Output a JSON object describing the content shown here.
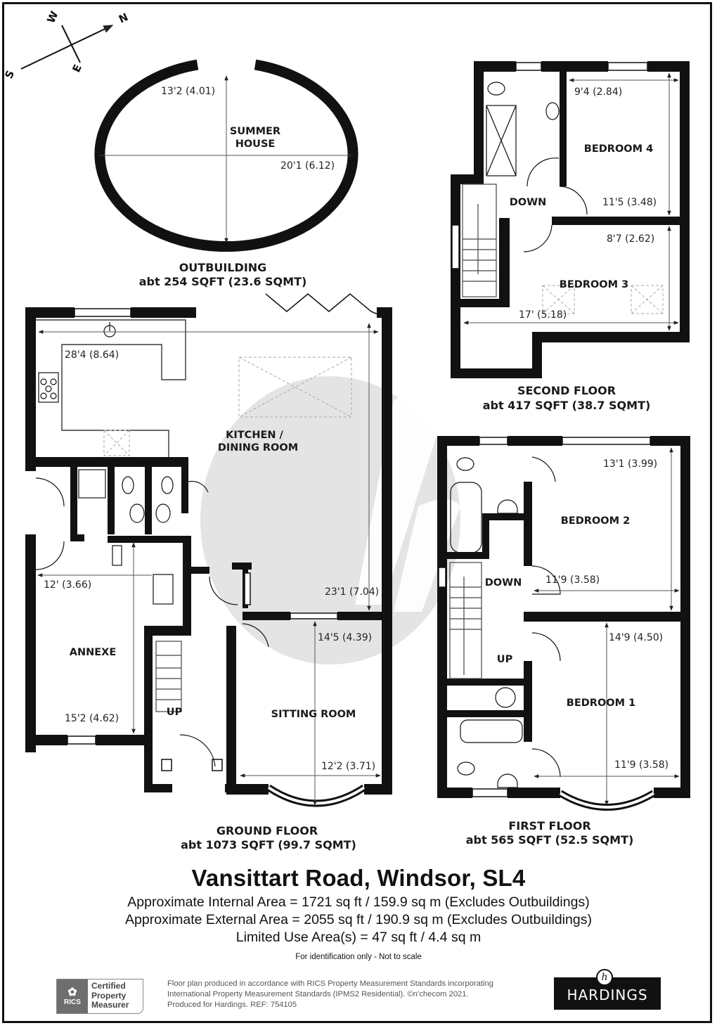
{
  "compass": {
    "north": "N",
    "south": "S",
    "east": "E",
    "west": "W",
    "icon": "compass-arrow-icon"
  },
  "outbuilding": {
    "room_label_line1": "SUMMER",
    "room_label_line2": "HOUSE",
    "dim_depth": "13'2 (4.01)",
    "dim_width": "20'1 (6.12)",
    "caption_title": "OUTBUILDING",
    "caption_area": "abt 254 SQFT (23.6 SQMT)"
  },
  "ground_floor": {
    "rooms": {
      "kitchen_line1": "KITCHEN /",
      "kitchen_line2": "DINING ROOM",
      "annexe": "ANNEXE",
      "sitting": "SITTING ROOM",
      "stairs": "UP"
    },
    "dims": {
      "kitchen_width": "28'4 (8.64)",
      "kitchen_depth": "23'1 (7.04)",
      "annexe_width": "12' (3.66)",
      "annexe_depth": "15'2 (4.62)",
      "sitting_depth": "14'5 (4.39)",
      "sitting_width": "12'2 (3.71)"
    },
    "caption_title": "GROUND FLOOR",
    "caption_area": "abt 1073 SQFT (99.7 SQMT)"
  },
  "first_floor": {
    "rooms": {
      "bedroom2": "BEDROOM 2",
      "bedroom1": "BEDROOM 1",
      "down": "DOWN",
      "up": "UP"
    },
    "dims": {
      "bed2_depth": "13'1 (3.99)",
      "bed2_width": "11'9 (3.58)",
      "bed1_depth": "14'9 (4.50)",
      "bed1_width": "11'9 (3.58)"
    },
    "caption_title": "FIRST FLOOR",
    "caption_area": "abt 565 SQFT (52.5 SQMT)"
  },
  "second_floor": {
    "rooms": {
      "bedroom4": "BEDROOM 4",
      "bedroom3": "BEDROOM 3",
      "down": "DOWN"
    },
    "dims": {
      "bed4_width": "9'4 (2.84)",
      "bed4_depth": "11'5 (3.48)",
      "bed3_depth": "8'7 (2.62)",
      "bed3_width": "17' (5.18)"
    },
    "caption_title": "SECOND FLOOR",
    "caption_area": "abt 417 SQFT (38.7 SQMT)"
  },
  "summary": {
    "address": "Vansittart Road, Windsor, SL4",
    "internal_area": "Approximate Internal Area = 1721 sq ft / 159.9 sq m (Excludes Outbuildings)",
    "external_area": "Approximate External Area = 2055 sq ft / 190.9 sq m (Excludes Outbuildings)",
    "limited_use": "Limited Use Area(s) = 47 sq ft / 4.4 sq m",
    "disclaimer": "For identification only - Not to scale"
  },
  "footer": {
    "rics_logo_text": "RICS",
    "rics_badge_line1": "Certified",
    "rics_badge_line2": "Property",
    "rics_badge_line3": "Measurer",
    "note_line1": "Floor plan produced in accordance with RICS Property Measurement Standards incorporating",
    "note_line2": "International Property Measurement Standards (IPMS2 Residential).   ©n’checom 2021.",
    "note_line3": "Produced for Hardings.   REF:  754105",
    "brand_name": "HARDINGS",
    "brand_mark": "h"
  },
  "colors": {
    "wall": "#111111",
    "watermark": "#e2e2e2",
    "dim_line": "#555555",
    "background": "#ffffff"
  }
}
